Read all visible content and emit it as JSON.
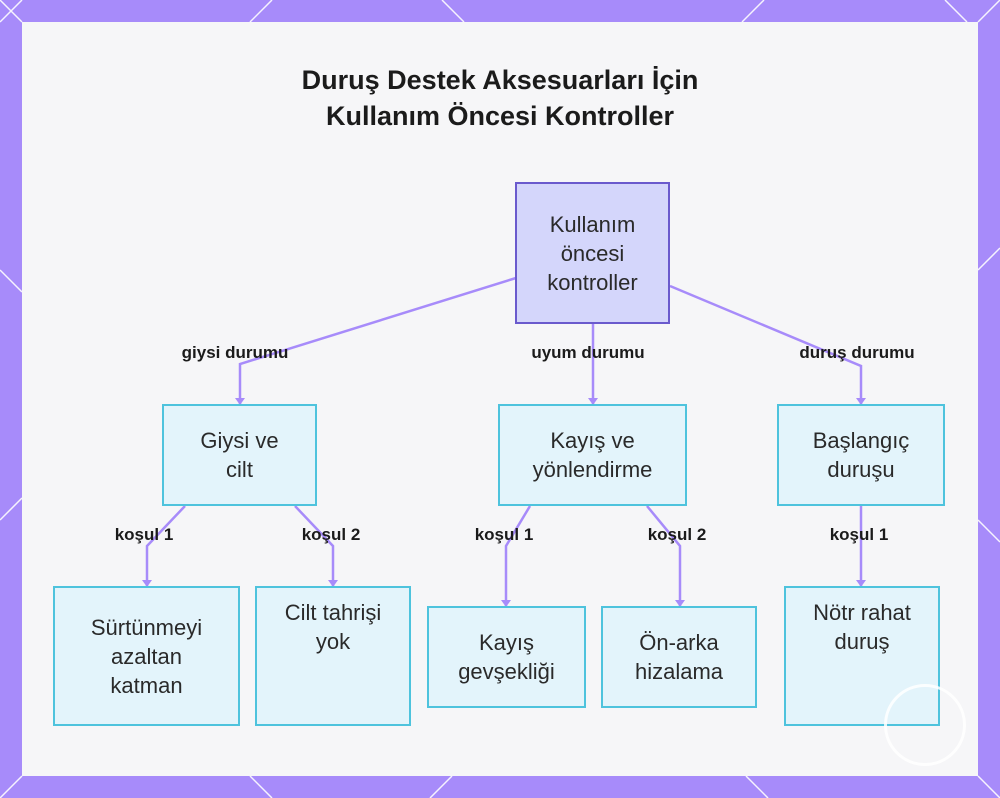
{
  "title": {
    "line1": "Duruş Destek Aksesuarları İçin",
    "line2": "Kullanım Öncesi Kontroller"
  },
  "root": {
    "lines": [
      "Kullanım",
      "öncesi",
      "kontroller"
    ]
  },
  "branches": [
    {
      "edge_label": "giysi durumu",
      "node": {
        "lines": [
          "Giysi ve",
          "cilt"
        ]
      },
      "children": [
        {
          "edge_label": "koşul 1",
          "lines": [
            "Sürtünmeyi",
            "azaltan",
            "katman"
          ]
        },
        {
          "edge_label": "koşul 2",
          "lines": [
            "Cilt tahrişi",
            "yok"
          ]
        }
      ]
    },
    {
      "edge_label": "uyum durumu",
      "node": {
        "lines": [
          "Kayış ve",
          "yönlendirme"
        ]
      },
      "children": [
        {
          "edge_label": "koşul 1",
          "lines": [
            "Kayış",
            "gevşekliği"
          ]
        },
        {
          "edge_label": "koşul 2",
          "lines": [
            "Ön-arka",
            "hizalama"
          ]
        }
      ]
    },
    {
      "edge_label": "duruş durumu",
      "node": {
        "lines": [
          "Başlangıç",
          "duruşu"
        ]
      },
      "children": [
        {
          "edge_label": "koşul 1",
          "lines": [
            "Nötr rahat",
            "duruş"
          ]
        }
      ]
    }
  ],
  "colors": {
    "frame": "#a78bfa",
    "connector": "#a78bfa",
    "root_fill": "#d4d6fb",
    "root_border": "#6a5acd",
    "node_fill": "#e3f4fb",
    "node_border": "#4ec3dd"
  }
}
